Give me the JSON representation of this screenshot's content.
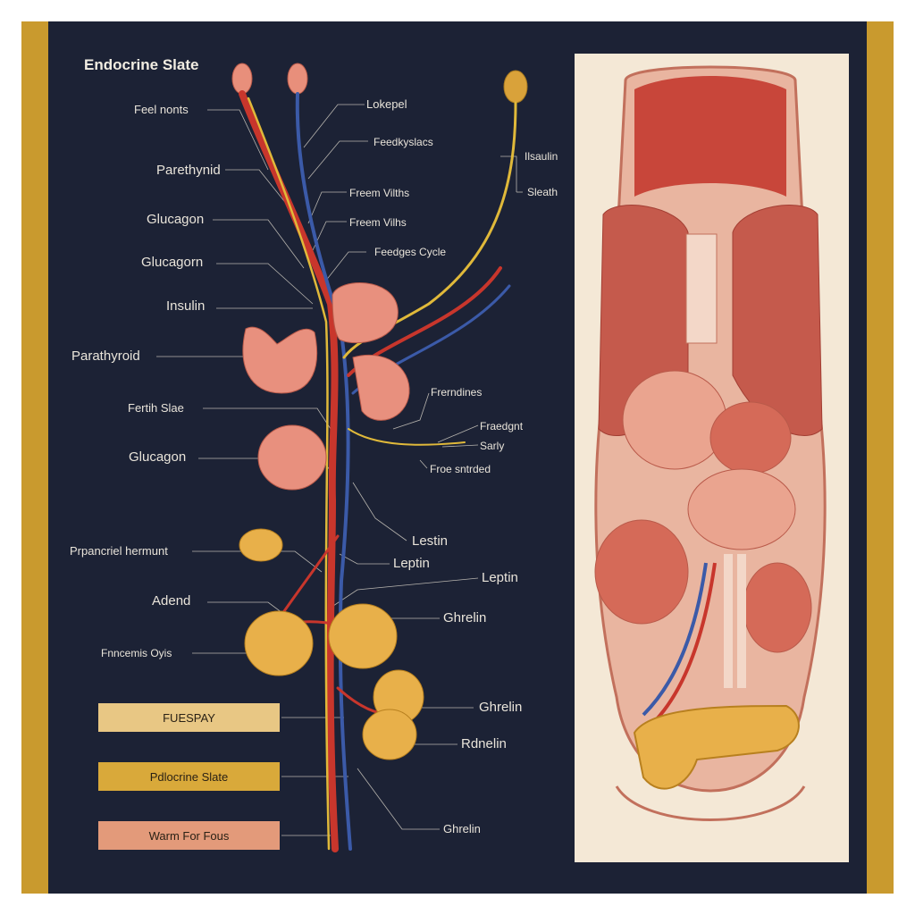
{
  "title": "Endocrine Slate",
  "left_labels": [
    {
      "id": "feel-hormones",
      "text": "Feel nonts"
    },
    {
      "id": "parathyroid-1",
      "text": "Parethynid"
    },
    {
      "id": "glucagon-1",
      "text": "Glucagon"
    },
    {
      "id": "glucagon-2",
      "text": "Glucagorn"
    },
    {
      "id": "insulin",
      "text": "Insulin"
    },
    {
      "id": "parathyroid-2",
      "text": "Parathyroid"
    },
    {
      "id": "fertile-slate",
      "text": "Fertih Slae"
    },
    {
      "id": "glucagon-3",
      "text": "Glucagon"
    },
    {
      "id": "pancreatic-hormone",
      "text": "Prpancriel hermunt"
    },
    {
      "id": "adrenal",
      "text": "Adend"
    },
    {
      "id": "enzyme-cycle",
      "text": "Fnncemis Oyis"
    }
  ],
  "middle_labels": [
    {
      "id": "lokepel",
      "text": "Lokepel"
    },
    {
      "id": "feedback-slate",
      "text": "Feedkyslacs"
    },
    {
      "id": "freeem-vilths-1",
      "text": "Freem Vilths"
    },
    {
      "id": "freeem-vilths-2",
      "text": "Freem Vilhs"
    },
    {
      "id": "feedges-cycle",
      "text": "Feedges Cycle"
    },
    {
      "id": "frendines",
      "text": "Frerndines"
    },
    {
      "id": "feedgrit",
      "text": "Fraedgnt"
    },
    {
      "id": "sarley",
      "text": "Sarly"
    },
    {
      "id": "free-sntrded",
      "text": "Froe sntrded"
    },
    {
      "id": "leptin-1",
      "text": "Lestin"
    },
    {
      "id": "leptin-2",
      "text": "Leptin"
    },
    {
      "id": "leptin-3",
      "text": "Leptin"
    },
    {
      "id": "ghrelin-1",
      "text": "Ghrelin"
    },
    {
      "id": "ghrelin-2",
      "text": "Ghrelin"
    },
    {
      "id": "adrelin",
      "text": "Rdnelin"
    },
    {
      "id": "ghrelin-3",
      "text": "Ghrelin"
    },
    {
      "id": "insulin-top",
      "text": "Ilsaulin"
    },
    {
      "id": "slesth",
      "text": "Sleath"
    }
  ],
  "legend_buttons": [
    {
      "id": "feedplay",
      "text": "FUESPAY"
    },
    {
      "id": "endocrine-slate",
      "text": "Pdlocrine Slate"
    },
    {
      "id": "warm-for-focus",
      "text": "Warm For Fous"
    }
  ],
  "colors": {
    "frame": "#c99a2e",
    "background": "#1c2235",
    "artery": "#c8362c",
    "vein": "#3b5aa8",
    "nerve": "#e0b93a",
    "organ": "#e88f7b",
    "fat": "#e8b04a",
    "torso_panel": "#f4e8d6"
  }
}
